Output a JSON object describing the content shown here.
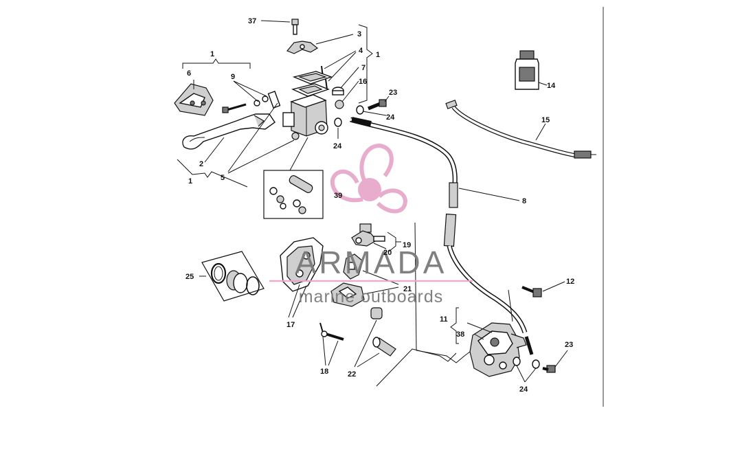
{
  "watermark": {
    "brand": "ARMADA",
    "tagline": "marine outboards",
    "text_color": "#7a7a7a",
    "logo_color": "#e7a9cb"
  },
  "callouts": {
    "c37": "37",
    "c3": "3",
    "c4": "4",
    "c1_top": "1",
    "c7": "7",
    "c16": "16",
    "c23_top": "23",
    "c24_top": "24",
    "c24_mid": "24",
    "c1_left_top": "1",
    "c6": "6",
    "c9": "9",
    "c2": "2",
    "c1_left_bottom": "1",
    "c5": "5",
    "c39": "39",
    "c14": "14",
    "c15": "15",
    "c8": "8",
    "c19": "19",
    "c20": "20",
    "c25": "25",
    "c21": "21",
    "c17": "17",
    "c12": "12",
    "c11": "11",
    "c38": "38",
    "c23_bottom": "23",
    "c24_bottom": "24",
    "c18": "18",
    "c22": "22"
  }
}
